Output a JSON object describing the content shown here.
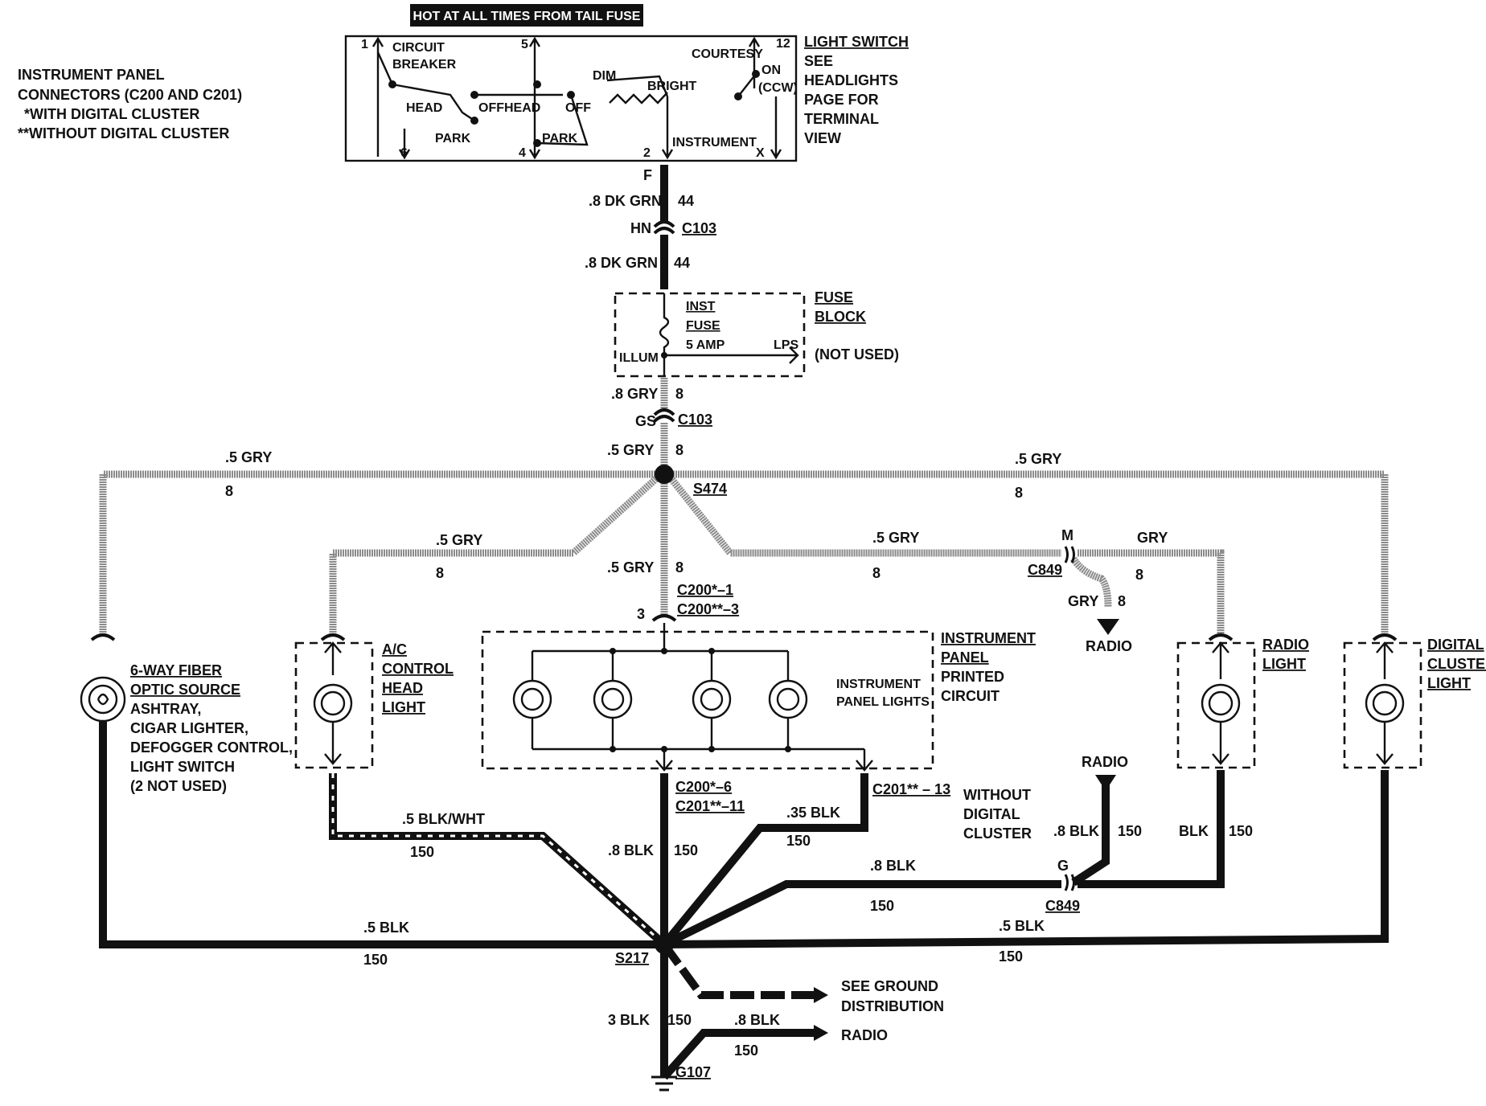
{
  "header": {
    "hot_label": "HOT AT ALL TIMES FROM TAIL FUSE"
  },
  "legend": {
    "line1": "INSTRUMENT PANEL",
    "line2": "CONNECTORS (C200 AND C201)",
    "line3": "*WITH DIGITAL CLUSTER",
    "line4": "**WITHOUT DIGITAL CLUSTER"
  },
  "light_switch": {
    "title": "LIGHT SWITCH",
    "note": [
      "SEE",
      "HEADLIGHTS",
      "PAGE FOR",
      "TERMINAL",
      "VIEW"
    ],
    "labels": {
      "circuit": "CIRCUIT",
      "breaker": "BREAKER",
      "head": "HEAD",
      "off": "OFF",
      "head2": "HEAD",
      "off2": "OFF",
      "park": "PARK",
      "park2": "PARK",
      "dim": "DIM",
      "bright": "BRIGHT",
      "courtesy": "COURTESY",
      "on": "ON",
      "ccw": "(CCW)",
      "instrument": "INSTRUMENT"
    },
    "pins": {
      "p1": "1",
      "p5": "5",
      "p12": "12",
      "p6": "6",
      "p4": "4",
      "p2": "2",
      "px": "X"
    }
  },
  "top_wiring": {
    "f": "F",
    "wire1": ".8 DK GRN",
    "circ1": "44",
    "hn": "HN",
    "c103a": "C103",
    "wire2": ".8 DK GRN",
    "circ2": "44"
  },
  "fuse_block": {
    "title1": "FUSE",
    "title2": "BLOCK",
    "inst": "INST",
    "fuse": "FUSE",
    "amp": "5 AMP",
    "lps": "LPS",
    "illum": "ILLUM",
    "not_used": "(NOT USED)"
  },
  "mid_wiring": {
    "gry8": ".8 GRY",
    "c8a": "8",
    "gs": "GS",
    "c103b": "C103",
    "gry5": ".5 GRY",
    "c8b": "8",
    "left_gry": ".5 GRY",
    "left_8": "8",
    "right_gry": ".5 GRY",
    "right_8": "8",
    "s474": "S474",
    "ac_gry": ".5 GRY",
    "ac_8": "8",
    "ipc_gry": ".5 GRY",
    "ipc_8": "8",
    "radio_gry": ".5 GRY",
    "radio_8": "8",
    "m": "M",
    "gry_r": "GRY",
    "r8": "8",
    "c849a": "C849",
    "gry_down": "GRY",
    "gd8": "8",
    "radio_top": "RADIO",
    "c200a": "C200*–1",
    "c200b": "C200**–3",
    "pin3": "3"
  },
  "components": {
    "fiber": [
      "6-WAY FIBER",
      "OPTIC SOURCE",
      "ASHTRAY,",
      "CIGAR LIGHTER,",
      "DEFOGGER CONTROL,",
      "LIGHT SWITCH",
      "(2 NOT USED)"
    ],
    "ac": [
      "A/C",
      "CONTROL",
      "HEAD",
      "LIGHT"
    ],
    "ipc": [
      "INSTRUMENT",
      "PANEL",
      "PRINTED",
      "CIRCUIT"
    ],
    "ipc_lights": [
      "INSTRUMENT",
      "PANEL LIGHTS"
    ],
    "radio_light": [
      "RADIO",
      "LIGHT"
    ],
    "digital": [
      "DIGITAL",
      "CLUSTER",
      "LIGHT"
    ]
  },
  "bottom_wiring": {
    "c200c": "C200*–6",
    "c201a": "C201**–11",
    "c201b": "C201** – 13",
    "without": [
      "WITHOUT",
      "DIGITAL",
      "CLUSTER"
    ],
    "ac_blk": ".5 BLK/WHT",
    "ac_150": "150",
    "ipc_blk": ".8 BLK",
    "ipc_150": "150",
    "w35": ".35 BLK",
    "w35_150": "150",
    "w8": ".8 BLK",
    "w8_150": "150",
    "radio_bot": "RADIO",
    "rb_blk": ".8 BLK",
    "rb_150": "150",
    "g": "G",
    "c849b": "C849",
    "rl_blk": "BLK",
    "rl_150": "150",
    "left_blk": ".5 BLK",
    "left_150": "150",
    "right_blk": ".5 BLK",
    "right_150": "150",
    "s217": "S217",
    "see_ground": [
      "SEE GROUND",
      "DISTRIBUTION"
    ],
    "g3blk": "3 BLK",
    "g150": "150",
    "r8blk": ".8 BLK",
    "r150": "150",
    "radio_end": "RADIO",
    "g107": "G107"
  }
}
